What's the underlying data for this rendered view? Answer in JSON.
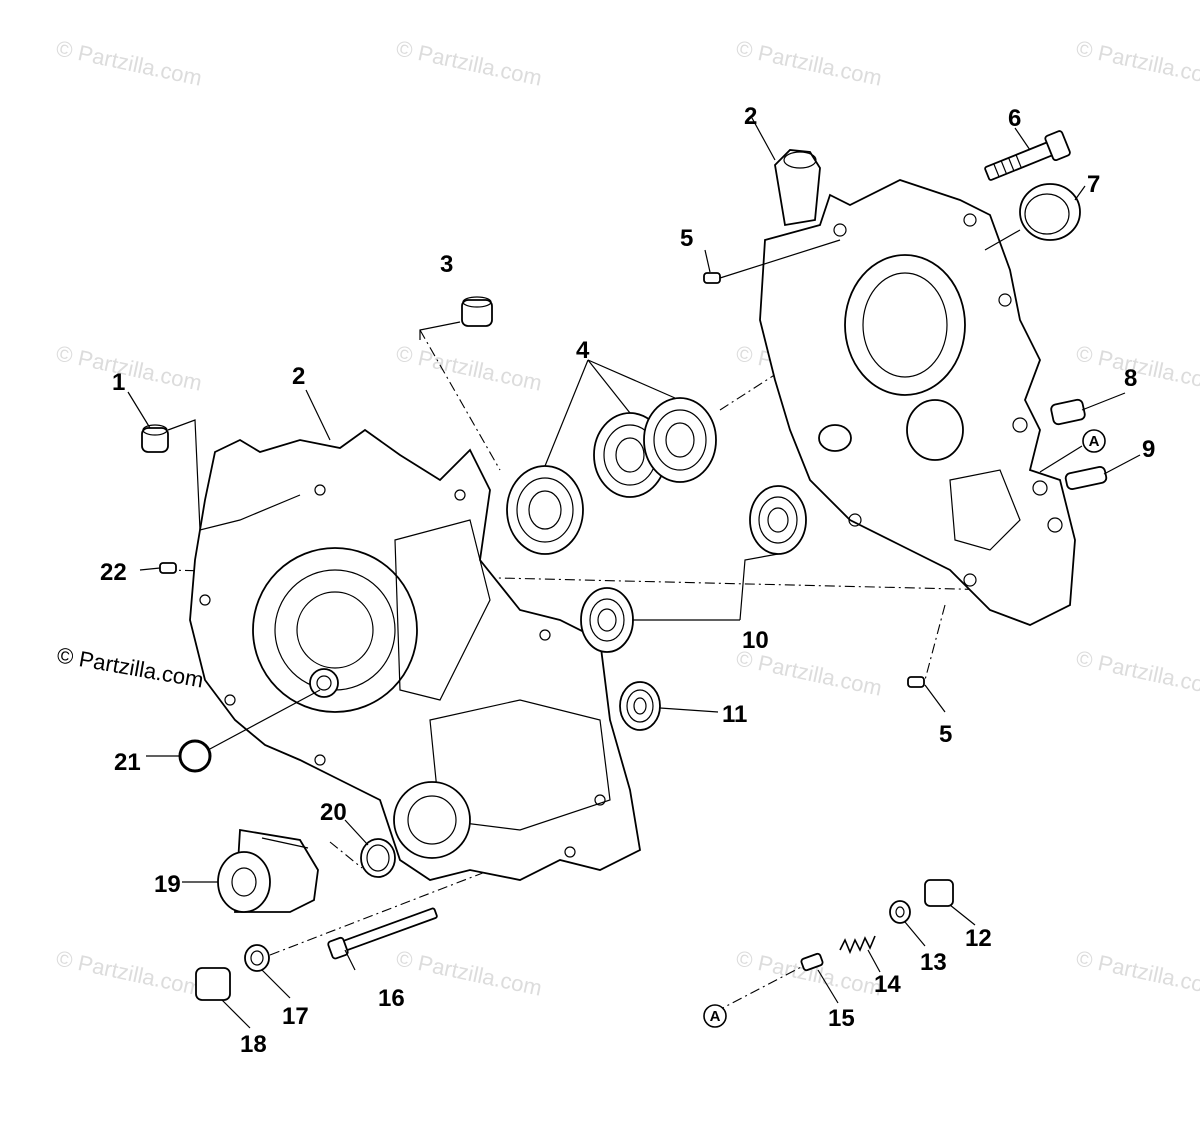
{
  "watermark": "© Partzilla.com",
  "credit": "© Partzilla.com",
  "callouts": {
    "c1": "1",
    "c2a": "2",
    "c2b": "2",
    "c3": "3",
    "c4": "4",
    "c5a": "5",
    "c5b": "5",
    "c6": "6",
    "c7": "7",
    "c8": "8",
    "c9": "9",
    "c10": "10",
    "c11": "11",
    "c12": "12",
    "c13": "13",
    "c14": "14",
    "c15": "15",
    "c16": "16",
    "c17": "17",
    "c18": "18",
    "c19": "19",
    "c20": "20",
    "c21": "21",
    "c22": "22"
  },
  "reference_marker": "A"
}
